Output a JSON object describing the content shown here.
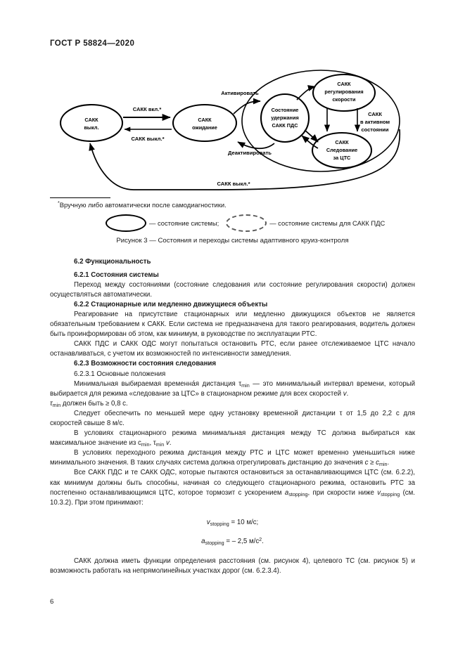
{
  "header": {
    "standard": "ГОСТ Р 58824—2020"
  },
  "figure": {
    "nodes": {
      "off": [
        "САКК",
        "выкл."
      ],
      "standby": [
        "САКК",
        "ожидание"
      ],
      "hold": [
        "Состояние",
        "удержания",
        "САКК ПДС"
      ],
      "speed": [
        "САКК",
        "регулирования",
        "скорости"
      ],
      "follow": [
        "САКК",
        "Следование",
        "за ЦТС"
      ]
    },
    "group_label": [
      "САКК",
      "в активном",
      "состоянии"
    ],
    "edges": {
      "on_star": "САКК вкл.*",
      "off_star": "САКК выкл.*",
      "activate": "Активировать",
      "deactivate": "Деактивировать",
      "off_star_bottom": "САКК выкл.*"
    }
  },
  "footnote": {
    "marker": "*",
    "text": "Вручную либо автоматически после самодиагностики."
  },
  "legend": {
    "item1": "— состояние системы;",
    "item2": "— состояние системы для САКК ПДС"
  },
  "caption": "Рисунок 3 — Состояния и переходы системы адаптивного круиз-контроля",
  "sections": {
    "s62_title": "6.2 Функциональность",
    "s621_title": "6.2.1 Состояния системы",
    "s621_p1": "Переход между состояниями (состояние следования или состояние регулирования скорости) дол­жен осуществляться автоматически.",
    "s622_title": "6.2.2 Стационарные или медленно движущиеся объекты",
    "s622_p1": "Реагирование на присутствие стационарных или медленно движущихся объектов не является обязательным требованием к САКК. Если система не предназначена для такого реагирования, води­тель должен быть проинформирован об этом, как минимум, в руководстве по эксплуатации РТС.",
    "s622_p2": "САКК ПДС и САКК ОДС могут попытаться остановить РТС, если ранее отслеживаемое ЦТС на­чало останавливаться, с учетом их возможностей по интенсивности замедления.",
    "s623_title": "6.2.3 Возможности состояния следования",
    "s6231_title": "6.2.3.1 Основные положения",
    "s6231_p1_a": "Минимальная выбираемая временн",
    "s6231_p1_accent": "а́",
    "s6231_p1_b": "я дистанция τ",
    "s6231_p1_sub1": "min",
    "s6231_p1_c": " — это минимальный интервал времени, который выбирается для режима «следование за ЦТС» в стационарном режиме для всех скоростей ",
    "s6231_p1_v": "v",
    "s6231_p1_d": ".",
    "s6231_p2_a": "τ",
    "s6231_p2_sub": "min",
    "s6231_p2_b": " должен быть ≥ 0,8 с.",
    "s6231_p3": "Следует обеспечить по меньшей мере одну установку временной дистанции τ от 1,5 до 2,2 с для скоростей свыше 8 м/с.",
    "s6231_p4_a": "В условиях стационарного режима минимальная дистанция между ТС должна выбираться как максимальное значение из c",
    "s6231_p4_sub1": "min",
    "s6231_p4_b": ", τ",
    "s6231_p4_sub2": "min",
    "s6231_p4_c": "  ",
    "s6231_p4_v": "v",
    "s6231_p4_d": ".",
    "s6231_p5_a": "В условиях переходного режима дистанция между РТС и ЦТС может временно уменьшиться ниже минимального значения. В таких случаях система должна отрегулировать дистанцию до значе­ния ",
    "s6231_p5_c1": "c",
    "s6231_p5_b": " ≥ ",
    "s6231_p5_c2": "c",
    "s6231_p5_sub": "min",
    "s6231_p5_d": ".",
    "s6231_p6_a": "Все САКК ПДС и те САКК ОДС, которые пытаются остановиться за останавливающимся ЦТС (см. 6.2.2), как минимум должны быть способны, начиная со следующего стационарного режима, оста­новить РТС за постепенно останавливающимся ЦТС, которое тормозит с ускорением ",
    "s6231_p6_a1": "a",
    "s6231_p6_sub1": "stopping",
    "s6231_p6_b": ", при ско­рости ниже ",
    "s6231_p6_v": "v",
    "s6231_p6_sub2": "stopping",
    "s6231_p6_c": " (см. 10.3.2). При этом принимают:",
    "formula1_var": "v",
    "formula1_sub": "stopping",
    "formula1_rest": " = 10 м/с;",
    "formula2_var": "a",
    "formula2_sub": "stopping",
    "formula2_rest_a": " = – 2,5 м/с",
    "formula2_sup": "2",
    "formula2_rest_b": ".",
    "s6231_p7": "САКК должна иметь функции определения расстояния (см. рисунок 4), целевого ТС (см. рисунок 5) и возможность работать на непрямолинейных участках дорог (см. 6.2.3.4)."
  },
  "page_number": "6"
}
